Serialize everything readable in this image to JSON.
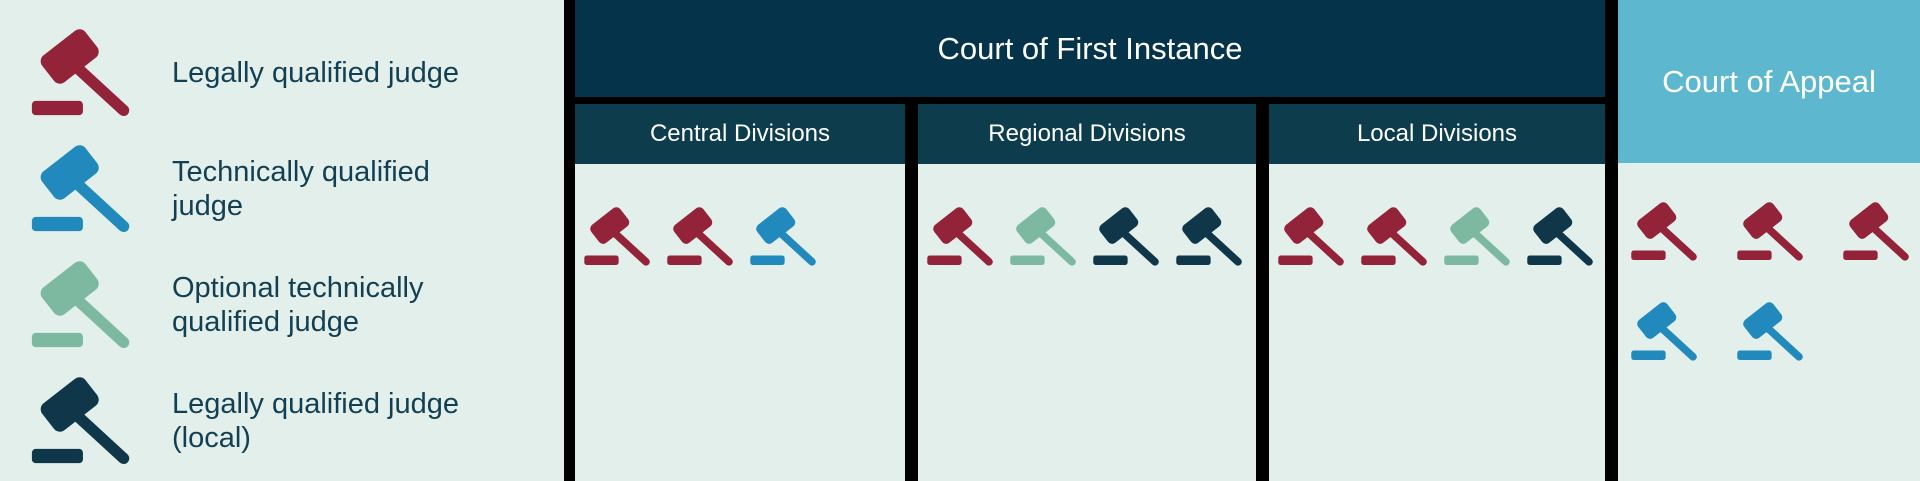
{
  "colors": {
    "background": "#000000",
    "panel_bg": "#e3efeb",
    "text_dark": "#133f52",
    "header_text": "#ffffff"
  },
  "legend": {
    "items": [
      {
        "id": "legally-qualified",
        "label_lines": [
          "Legally qualified judge"
        ],
        "color": "#932339"
      },
      {
        "id": "technically-qualified",
        "label_lines": [
          "Technically qualified",
          "judge"
        ],
        "color": "#2189bc"
      },
      {
        "id": "optional-technically-qualified",
        "label_lines": [
          "Optional technically",
          "qualified judge"
        ],
        "color": "#7cb9a0"
      },
      {
        "id": "legally-qualified-local",
        "label_lines": [
          "Legally qualified judge",
          "(local)"
        ],
        "color": "#0f3749"
      }
    ]
  },
  "court_of_first_instance": {
    "title": "Court of First Instance",
    "header_bg": "#053349",
    "division_header_bg": "#0d3d4d",
    "divisions": [
      {
        "name": "Central Divisions",
        "judges": [
          "legally-qualified",
          "legally-qualified",
          "technically-qualified"
        ]
      },
      {
        "name": "Regional Divisions",
        "judges": [
          "legally-qualified",
          "optional-technically-qualified",
          "legally-qualified-local",
          "legally-qualified-local"
        ]
      },
      {
        "name": "Local Divisions",
        "judges": [
          "legally-qualified",
          "legally-qualified",
          "optional-technically-qualified",
          "legally-qualified-local"
        ]
      }
    ]
  },
  "court_of_appeal": {
    "title": "Court of Appeal",
    "header_bg": "#5db8cf",
    "judge_rows": [
      [
        "legally-qualified",
        "legally-qualified",
        "legally-qualified"
      ],
      [
        "technically-qualified",
        "technically-qualified"
      ]
    ]
  }
}
